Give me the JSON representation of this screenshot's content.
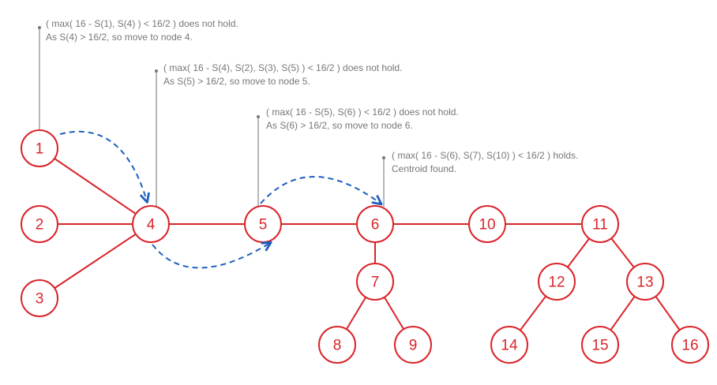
{
  "colors": {
    "node": "#d9252b",
    "arrow": "#1f5fbf",
    "annotation": "#777777"
  },
  "nodes": [
    "1",
    "2",
    "3",
    "4",
    "5",
    "6",
    "7",
    "8",
    "9",
    "10",
    "11",
    "12",
    "13",
    "14",
    "15",
    "16"
  ],
  "edges": [
    [
      "1",
      "4"
    ],
    [
      "2",
      "4"
    ],
    [
      "3",
      "4"
    ],
    [
      "4",
      "5"
    ],
    [
      "5",
      "6"
    ],
    [
      "6",
      "10"
    ],
    [
      "10",
      "11"
    ],
    [
      "6",
      "7"
    ],
    [
      "7",
      "8"
    ],
    [
      "7",
      "9"
    ],
    [
      "11",
      "12"
    ],
    [
      "11",
      "13"
    ],
    [
      "12",
      "14"
    ],
    [
      "13",
      "15"
    ],
    [
      "13",
      "16"
    ]
  ],
  "moves": [
    [
      "1",
      "4"
    ],
    [
      "4",
      "5"
    ],
    [
      "5",
      "6"
    ]
  ],
  "annotations": [
    {
      "node": "1",
      "line1": "( max( 16 - S(1), S(4) ) < 16/2 )  does not hold.",
      "line2": "As S(4) > 16/2, so move to node 4."
    },
    {
      "node": "4",
      "line1": "( max( 16 - S(4), S(2), S(3), S(5) ) < 16/2 ) does not hold.",
      "line2": "As S(5) > 16/2, so move to node 5."
    },
    {
      "node": "5",
      "line1": "( max( 16 - S(5), S(6) ) < 16/2 ) does not hold.",
      "line2": "As S(6) > 16/2, so move to node 6."
    },
    {
      "node": "6",
      "line1": "( max( 16 - S(6), S(7), S(10) ) < 16/2 ) holds.",
      "line2": "Centroid found."
    }
  ]
}
